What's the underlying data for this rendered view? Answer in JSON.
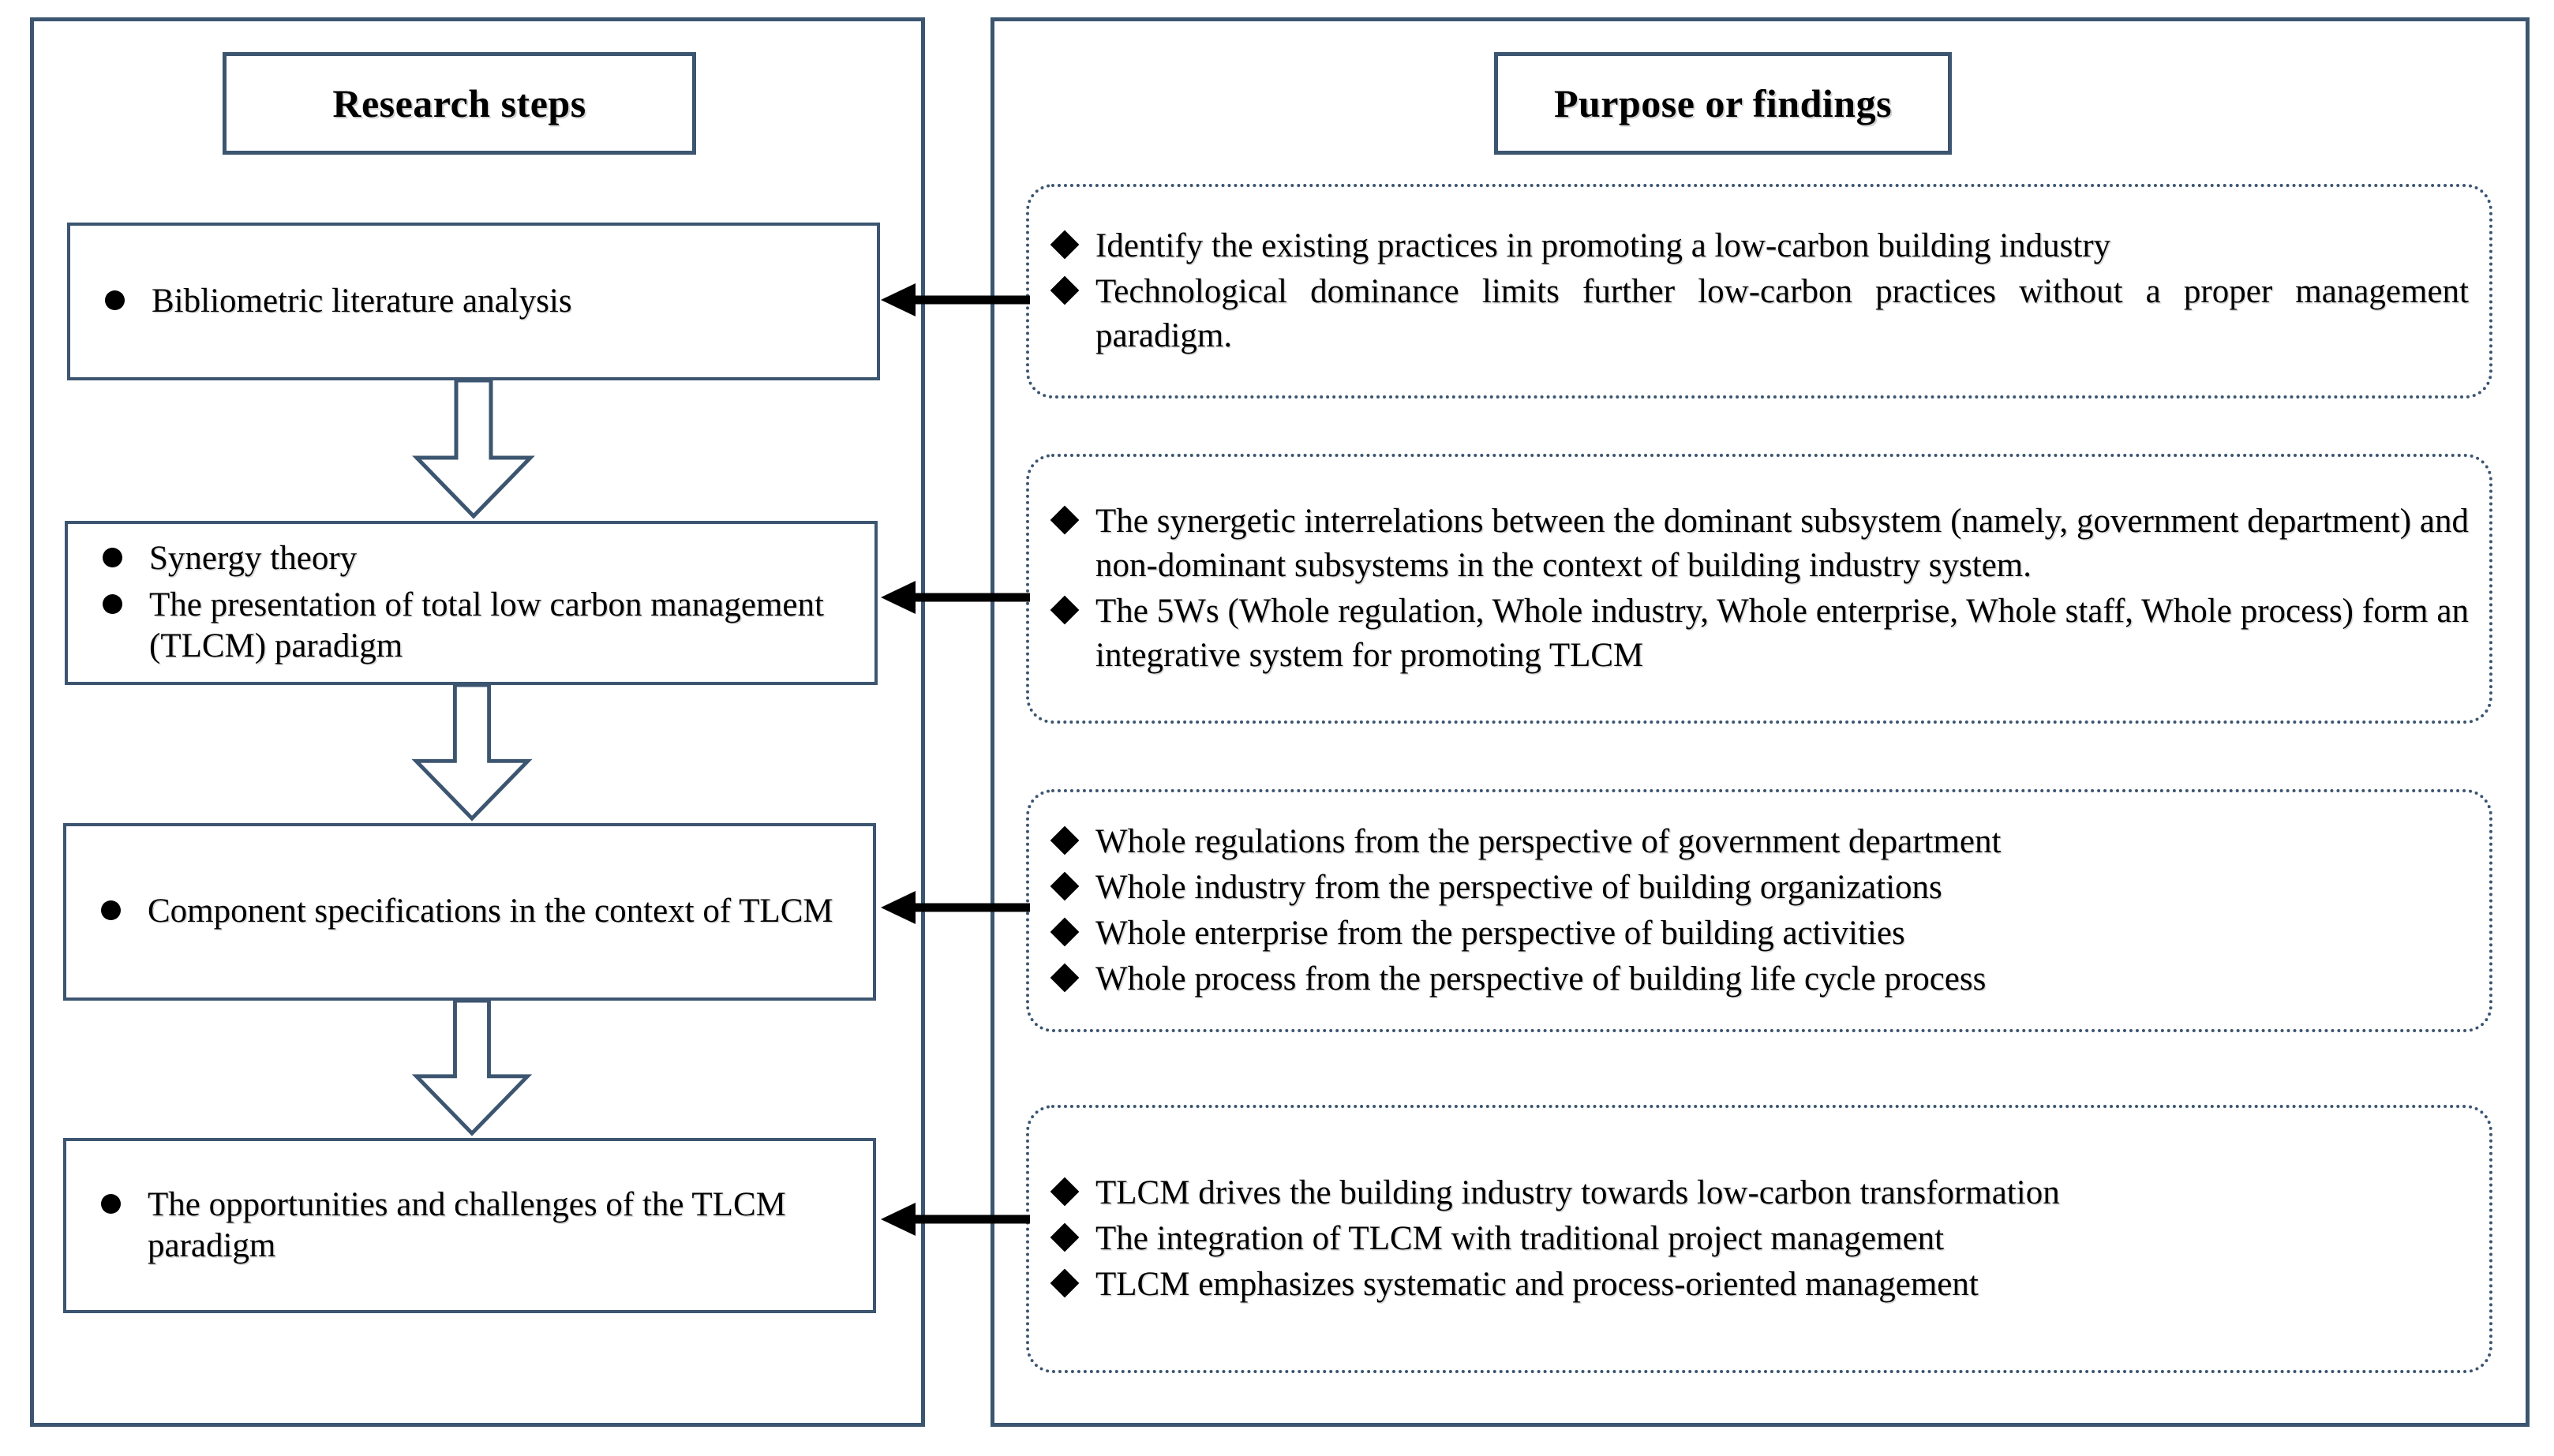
{
  "columns": {
    "left_header": "Research steps",
    "right_header": "Purpose or findings"
  },
  "research_steps": [
    {
      "id": "step-1",
      "bullets": [
        "Bibliometric  literature analysis"
      ]
    },
    {
      "id": "step-2",
      "bullets": [
        "Synergy  theory",
        "The presentation of total low carbon management (TLCM) paradigm"
      ]
    },
    {
      "id": "step-3",
      "bullets": [
        "Component specifications in the context of TLCM"
      ]
    },
    {
      "id": "step-4",
      "bullets": [
        "The opportunities and challenges of the TLCM paradigm"
      ]
    }
  ],
  "findings": [
    {
      "id": "finding-1",
      "bullets": [
        "Identify the existing practices in promoting a low-carbon  building industry",
        "Technological dominance limits further low-carbon practices without a proper management paradigm."
      ]
    },
    {
      "id": "finding-2",
      "bullets": [
        "The synergetic  interrelations between the dominant subsystem (namely, government  department) and non-dominant subsystems in the context of building industry system.",
        "The 5Ws (Whole regulation, Whole industry, Whole enterprise, Whole staff, Whole process) form an integrative system for promoting TLCM"
      ]
    },
    {
      "id": "finding-3",
      "bullets": [
        "Whole regulations  from the perspective of government department",
        "Whole industry  from the perspective of building organizations",
        "Whole enterprise  from the perspective of building activities",
        "Whole process from the perspective of building life cycle process"
      ]
    },
    {
      "id": "finding-4",
      "bullets": [
        "TLCM drives the building industry towards low-carbon transformation",
        "The integration  of TLCM with traditional  project management",
        "TLCM emphasizes systematic and process-oriented management"
      ]
    }
  ],
  "icons": {
    "step_bullet": "filled-circle-bullet",
    "finding_bullet": "filled-diamond-bullet",
    "flow_arrow": "down-block-arrow",
    "link_arrow": "left-pointing-arrow"
  },
  "colors": {
    "frame_border": "#3c5570",
    "box_border": "#3c5570",
    "arrow": "#000000",
    "background": "#ffffff"
  }
}
